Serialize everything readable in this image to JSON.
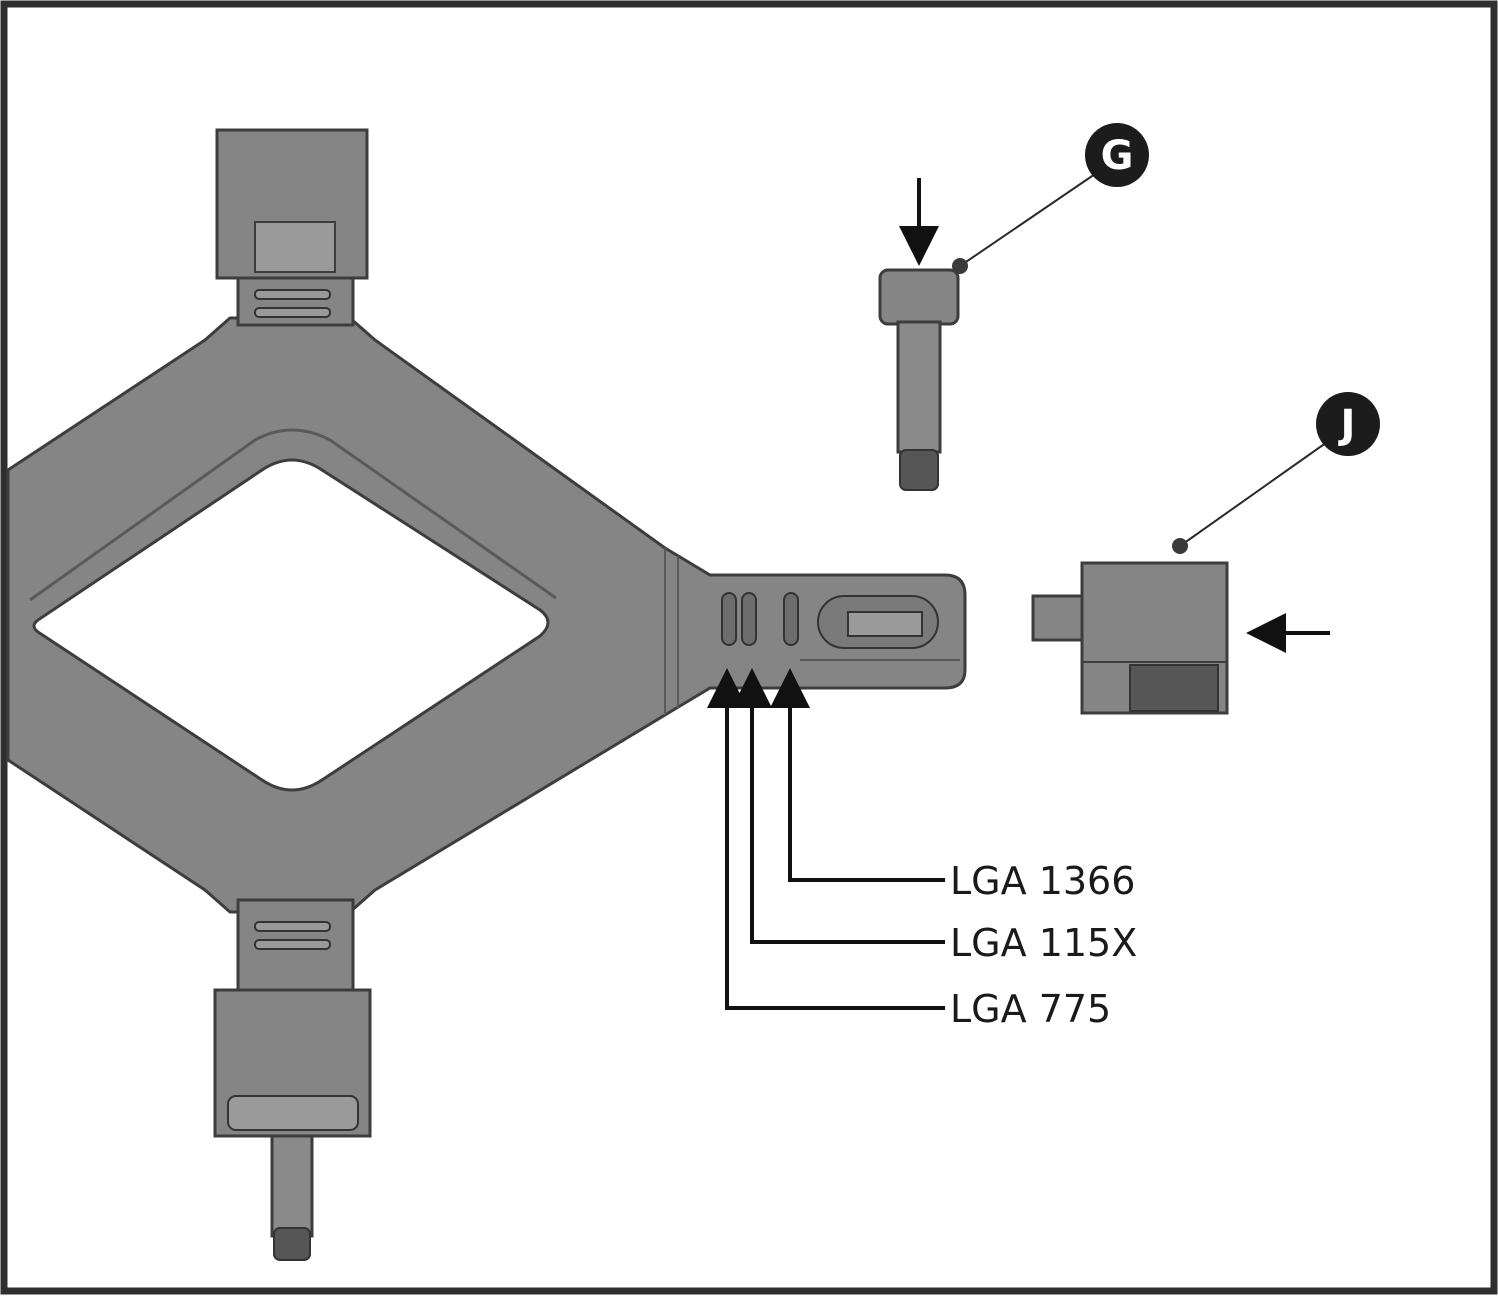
{
  "callouts": {
    "G": "G",
    "J": "J"
  },
  "socket_labels": {
    "lga1366": "LGA 1366",
    "lga115x": "LGA 115X",
    "lga775": "LGA 775"
  },
  "colors": {
    "part_fill": "#858585",
    "part_edge": "#3d3d3d",
    "part_dark": "#565656",
    "frame": "#2f2f2f",
    "arrow": "#111111",
    "callout_circle": "#1c1c1c"
  }
}
